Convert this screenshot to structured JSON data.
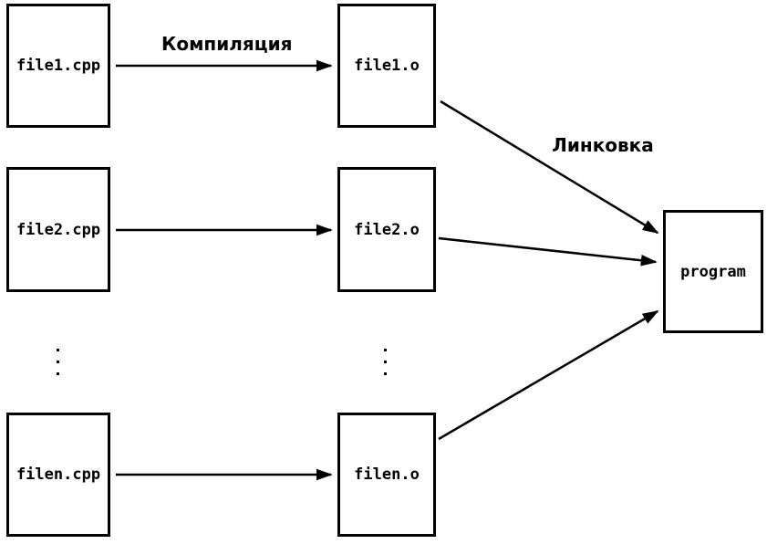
{
  "diagram": {
    "nodes": {
      "src1": "file1.cpp",
      "src2": "file2.cpp",
      "srcn": "filen.cpp",
      "obj1": "file1.o",
      "obj2": "file2.o",
      "objn": "filen.o",
      "program": "program"
    },
    "edge_labels": {
      "compile": "Компиляция",
      "link": "Линковка"
    },
    "ellipsis": "⋮",
    "colors": {
      "stroke": "#000000",
      "background": "#ffffff",
      "text": "#000000"
    }
  }
}
